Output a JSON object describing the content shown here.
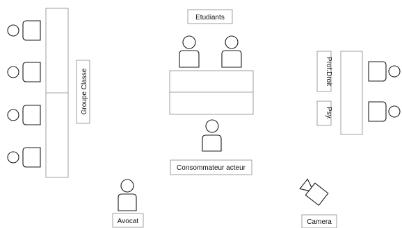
{
  "labels": {
    "etudiants": "Etudiants",
    "groupe_classe": "Groupe Classe",
    "prof_droit": "Prof.Droit",
    "psy": "Psy.",
    "consommateur_acteur": "Consommateur acteur",
    "avocat": "Avocat",
    "camera": "Camera"
  }
}
